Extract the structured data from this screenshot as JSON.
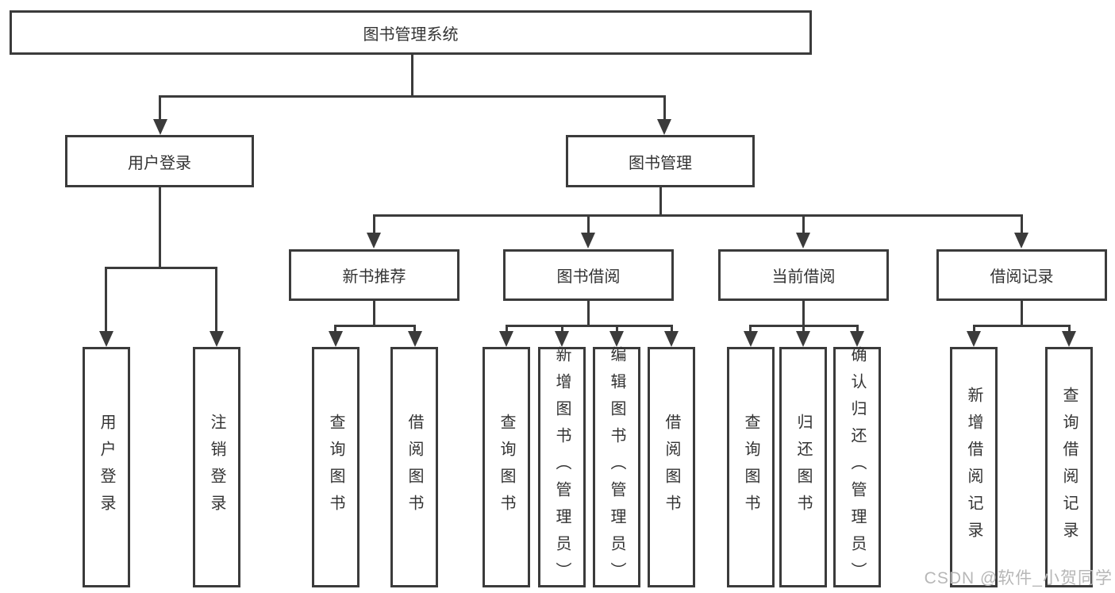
{
  "tree": {
    "label": "图书管理系统",
    "children": [
      {
        "label": "用户登录",
        "children": [
          {
            "label": "用户登录"
          },
          {
            "label": "注销登录"
          }
        ]
      },
      {
        "label": "图书管理",
        "children": [
          {
            "label": "新书推荐",
            "children": [
              {
                "label": "查询图书"
              },
              {
                "label": "借阅图书"
              }
            ]
          },
          {
            "label": "图书借阅",
            "children": [
              {
                "label": "查询图书"
              },
              {
                "label": "新增图书（管理员）"
              },
              {
                "label": "编辑图书（管理员）"
              },
              {
                "label": "借阅图书"
              }
            ]
          },
          {
            "label": "当前借阅",
            "children": [
              {
                "label": "查询图书"
              },
              {
                "label": "归还图书"
              },
              {
                "label": "确认归还（管理员）"
              }
            ]
          },
          {
            "label": "借阅记录",
            "children": [
              {
                "label": "新增借阅记录"
              },
              {
                "label": "查询借阅记录"
              }
            ]
          }
        ]
      }
    ]
  },
  "watermark": {
    "text": "CSDN @软件_小贺同学"
  },
  "colors": {
    "line": "#3b3b3b",
    "text": "#333333",
    "watermark": "#b7b7b7",
    "background": "#ffffff"
  }
}
